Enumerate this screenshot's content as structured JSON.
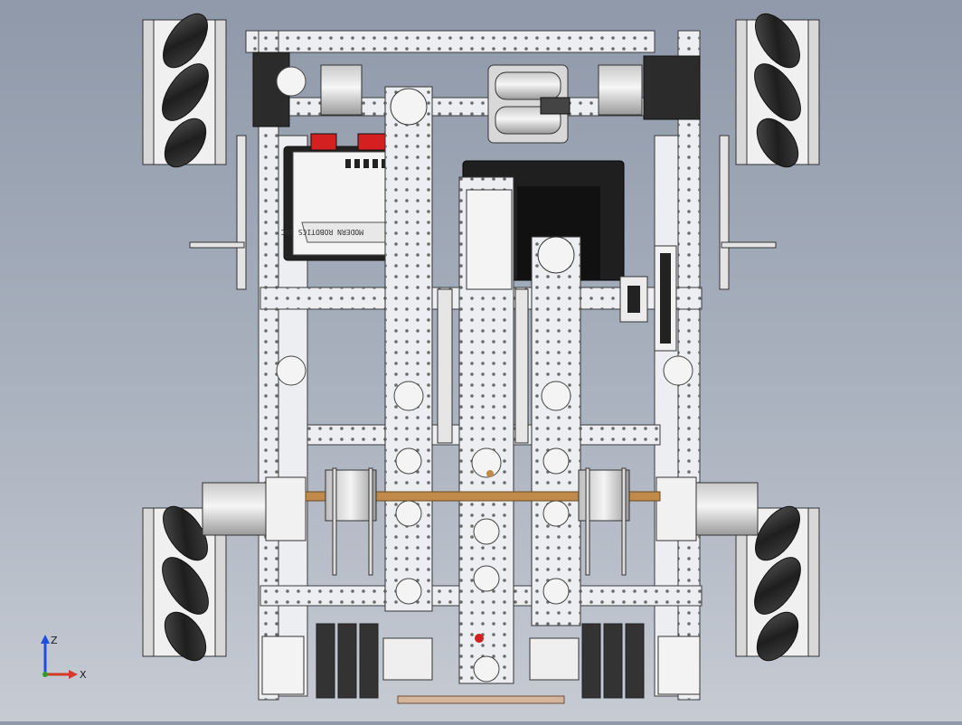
{
  "viewport": {
    "background_top": "#8f99a9",
    "background_bottom": "#c6cbd3",
    "model": "mecanum-drive robot chassis, top view"
  },
  "controller_label": "MODERN ROBOTICS INC",
  "triad": {
    "z_label": "Z",
    "x_label": "X"
  },
  "colors": {
    "frame": "#e9ebee",
    "frame_outline": "#3a3a3a",
    "motor": "#2b2b2b",
    "wheel_roller": "#2e2e2e",
    "connector_red": "#d42020",
    "axle_bronze": "#c08a4a",
    "triad_z": "#1f4fd8",
    "triad_x": "#d23a2a",
    "triad_y": "#2aa02a"
  }
}
